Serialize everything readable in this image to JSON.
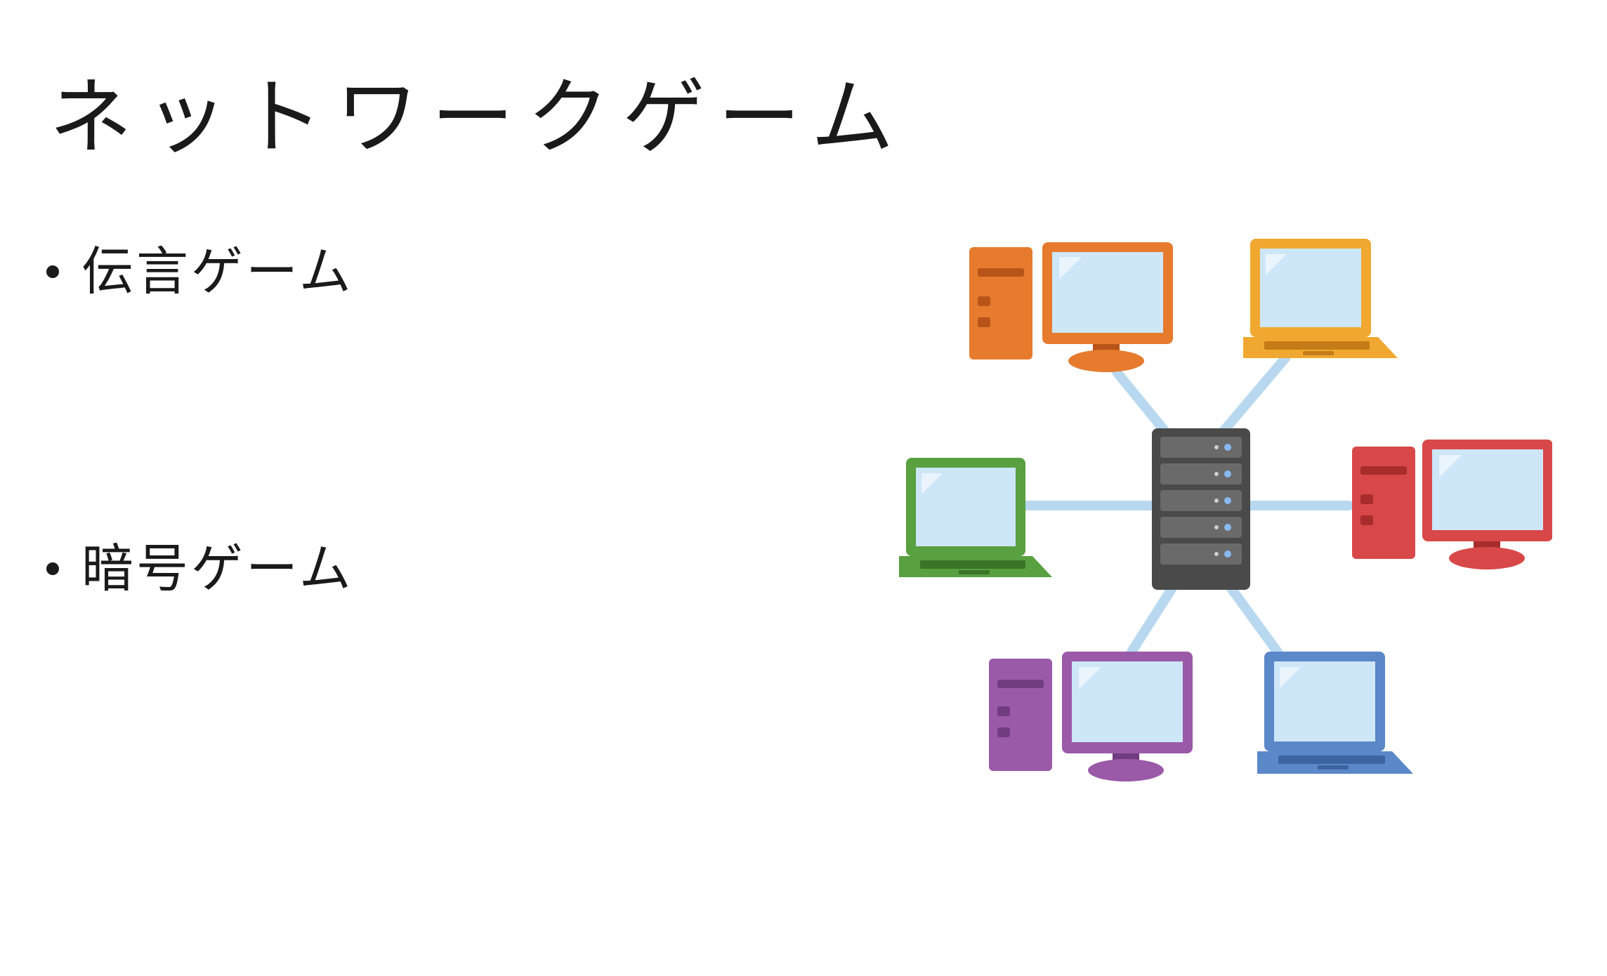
{
  "slide": {
    "title": "ネットワークゲーム",
    "bullets": [
      {
        "label": "伝言ゲーム"
      },
      {
        "label": "暗号ゲーム"
      }
    ]
  },
  "illustration": {
    "subject": "network-diagram",
    "nodes": [
      {
        "kind": "desktop",
        "color": "#e67b2e"
      },
      {
        "kind": "laptop",
        "color": "#f0a830"
      },
      {
        "kind": "laptop",
        "color": "#58a040"
      },
      {
        "kind": "server",
        "color": "#4a4a4a"
      },
      {
        "kind": "desktop",
        "color": "#d84848"
      },
      {
        "kind": "desktop",
        "color": "#9a5aa8"
      },
      {
        "kind": "laptop",
        "color": "#5a88c8"
      }
    ],
    "link_color": "#b8d8f0",
    "screen_color": "#cde6f8"
  }
}
